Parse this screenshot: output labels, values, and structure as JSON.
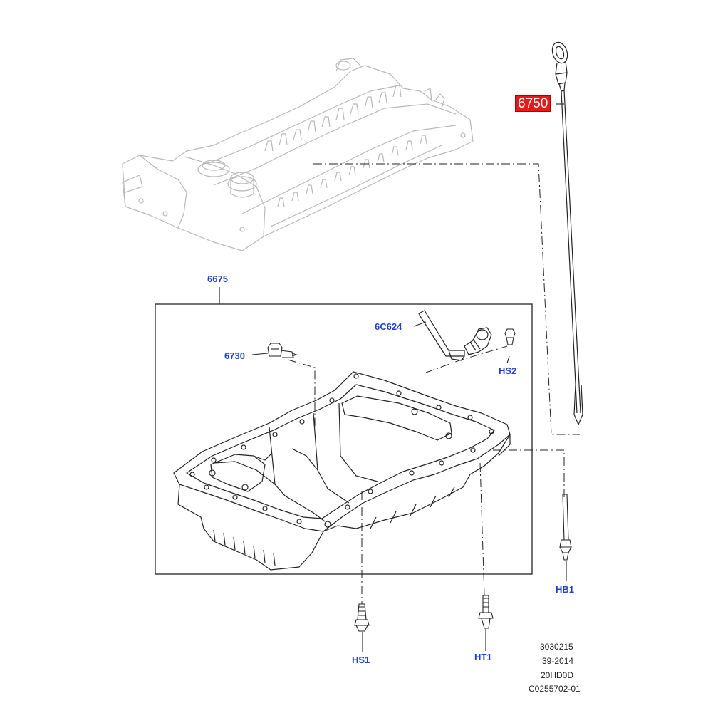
{
  "callouts": {
    "dipstick": "6750",
    "oil_pan_assembly": "6675",
    "tube": "6C624",
    "drain_plug": "6730",
    "hs2": "HS2",
    "hb1": "HB1",
    "hs1": "HS1",
    "ht1": "HT1"
  },
  "reference_codes": [
    "3030215",
    "39-2014",
    "20HD0D",
    "C0255702-01"
  ],
  "colors": {
    "callout_text": "#1f3fd0",
    "highlight_bg": "#e21b1b",
    "ghost_part_line": "#b9b9b9",
    "part_line": "#222222"
  }
}
